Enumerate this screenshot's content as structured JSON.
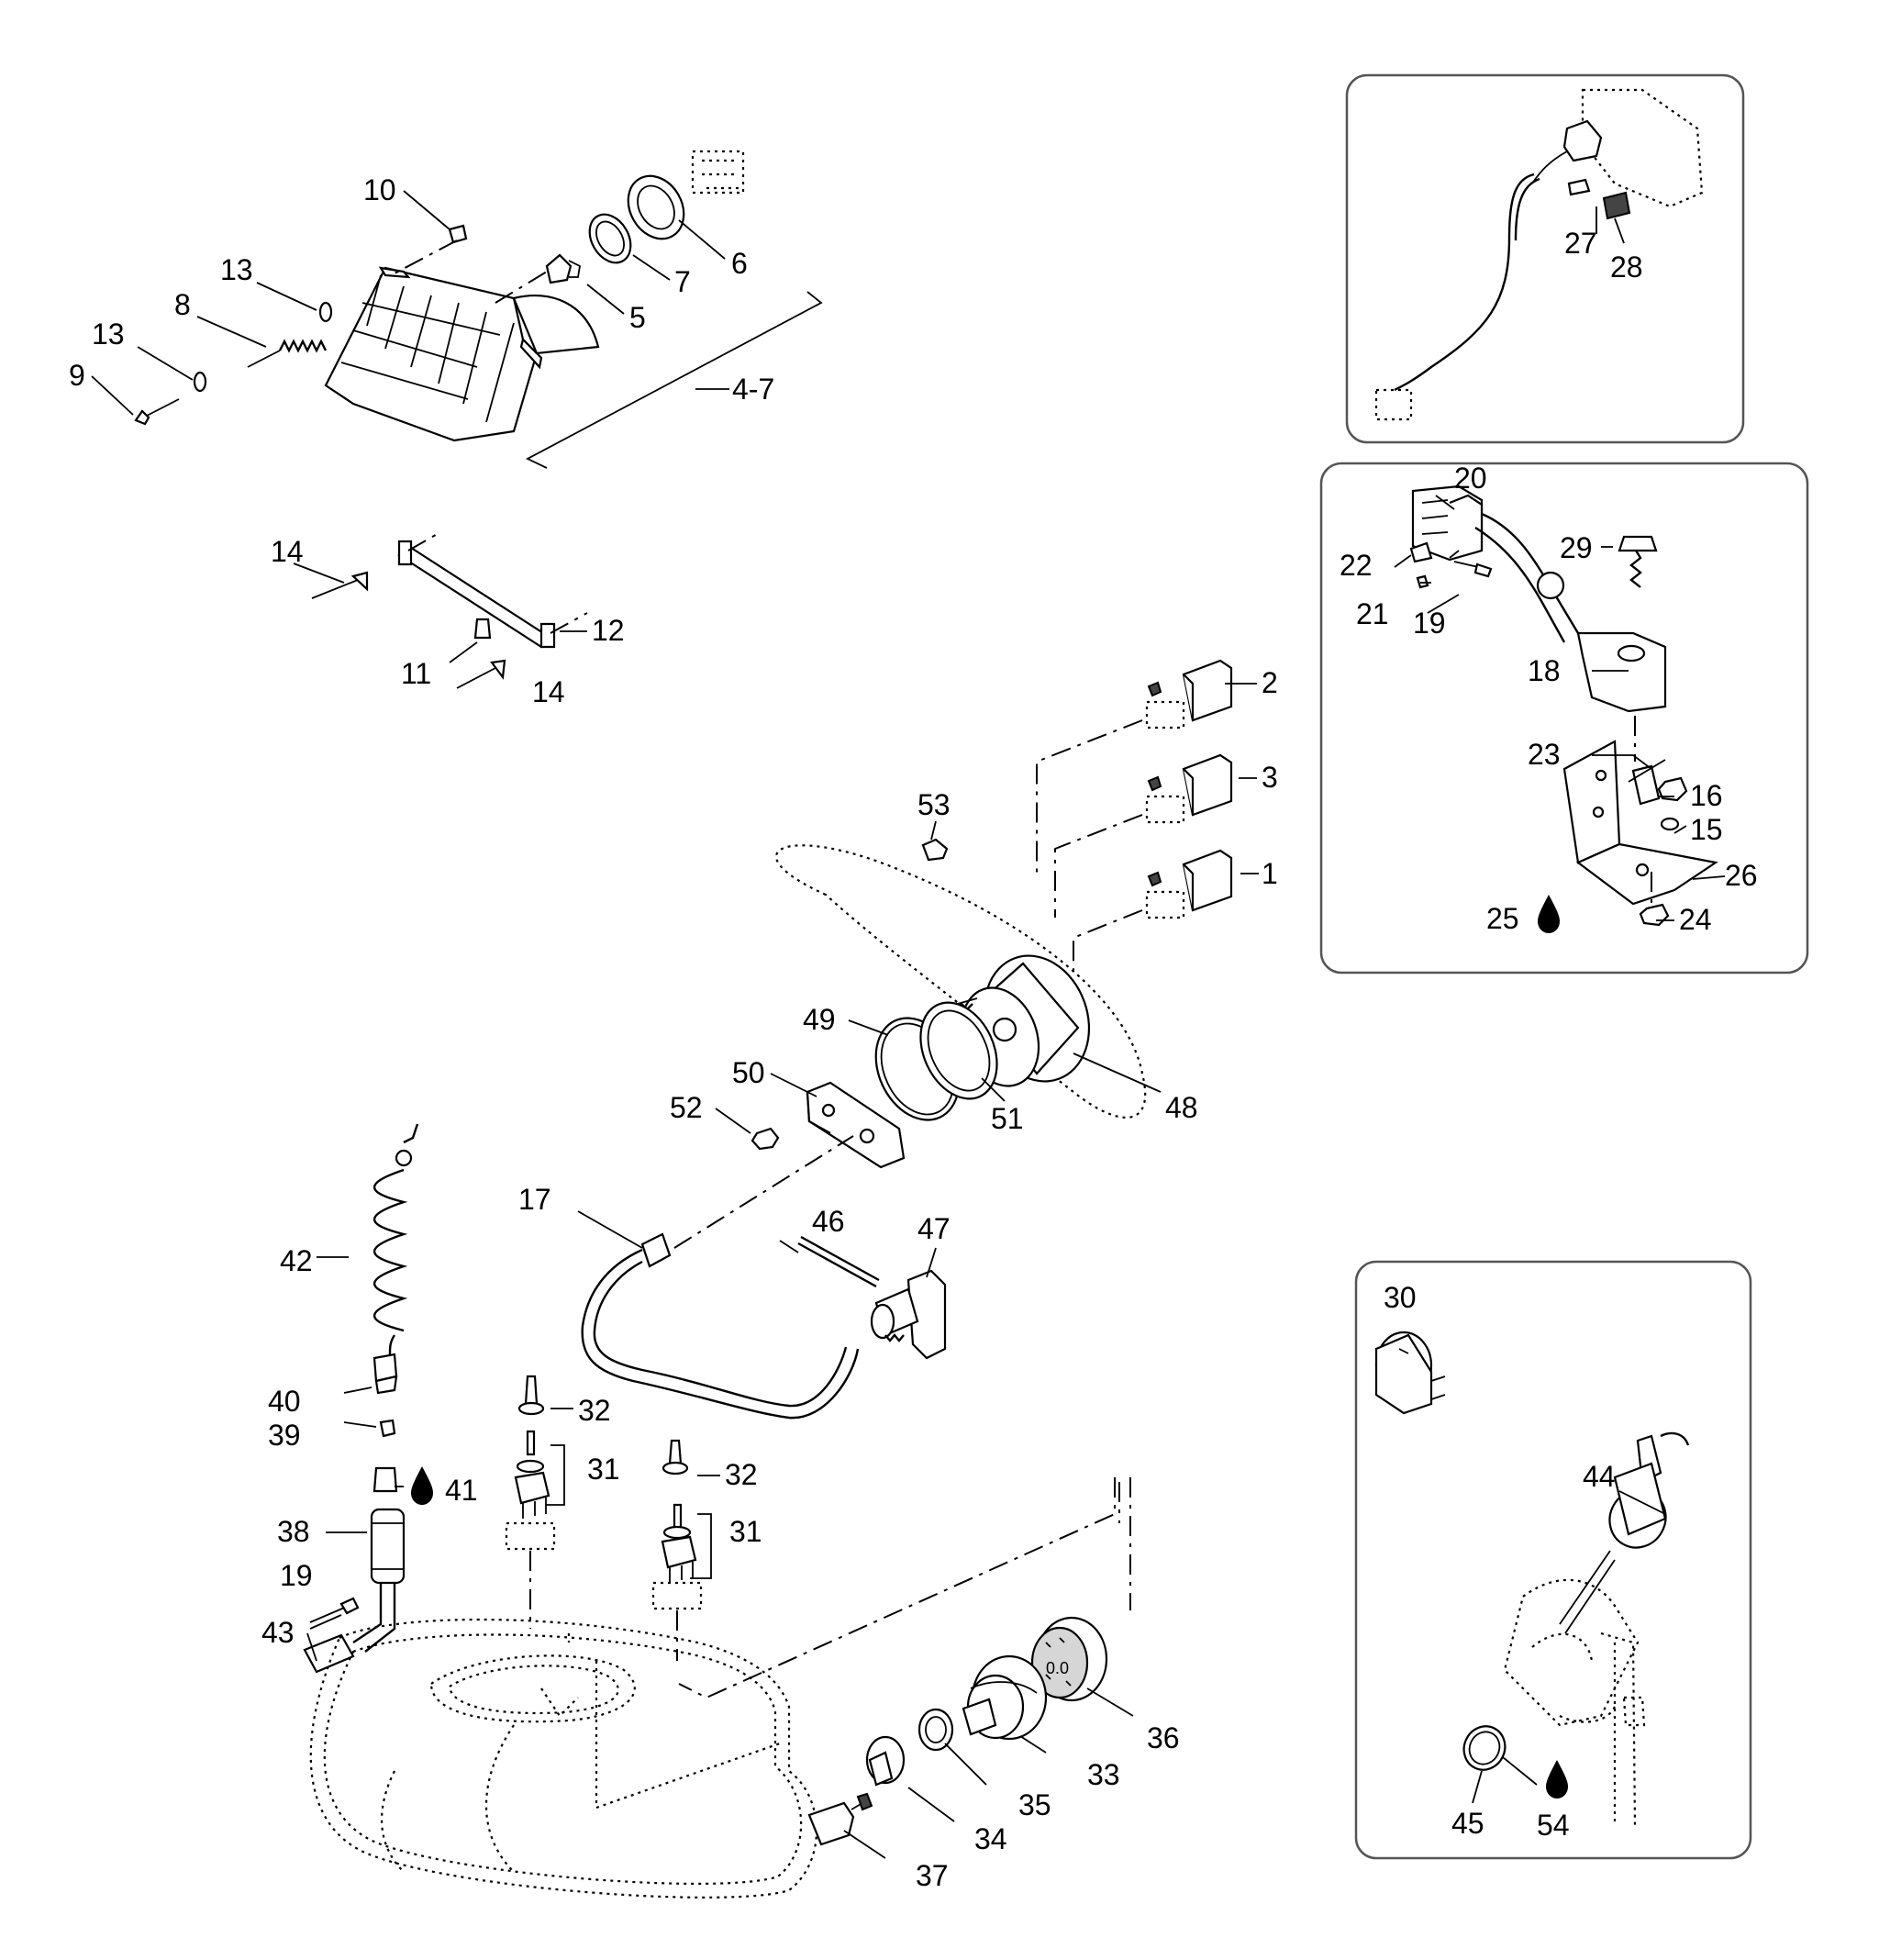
{
  "callouts": {
    "c1": "1",
    "c2": "2",
    "c3": "3",
    "c4_7": "4-7",
    "c5": "5",
    "c6": "6",
    "c7": "7",
    "c8": "8",
    "c9": "9",
    "c10": "10",
    "c11": "11",
    "c12": "12",
    "c13a": "13",
    "c13b": "13",
    "c14a": "14",
    "c14b": "14",
    "c15": "15",
    "c16": "16",
    "c17": "17",
    "c18": "18",
    "c19a": "19",
    "c19b": "19",
    "c20": "20",
    "c21": "21",
    "c22": "22",
    "c23": "23",
    "c24": "24",
    "c25": "25",
    "c26": "26",
    "c27": "27",
    "c28": "28",
    "c29": "29",
    "c30": "30",
    "c31a": "31",
    "c31b": "31",
    "c32a": "32",
    "c32b": "32",
    "c33": "33",
    "c34": "34",
    "c35": "35",
    "c36": "36",
    "c37": "37",
    "c38": "38",
    "c39": "39",
    "c40": "40",
    "c41": "41",
    "c42": "42",
    "c43": "43",
    "c44": "44",
    "c45": "45",
    "c46": "46",
    "c47": "47",
    "c48": "48",
    "c49": "49",
    "c50": "50",
    "c51": "51",
    "c52": "52",
    "c53": "53",
    "c54": "54"
  },
  "icons": {
    "drop": "oil-drop-icon"
  },
  "colors": {
    "line": "#000000",
    "inset_border": "#555555",
    "background": "#ffffff"
  }
}
